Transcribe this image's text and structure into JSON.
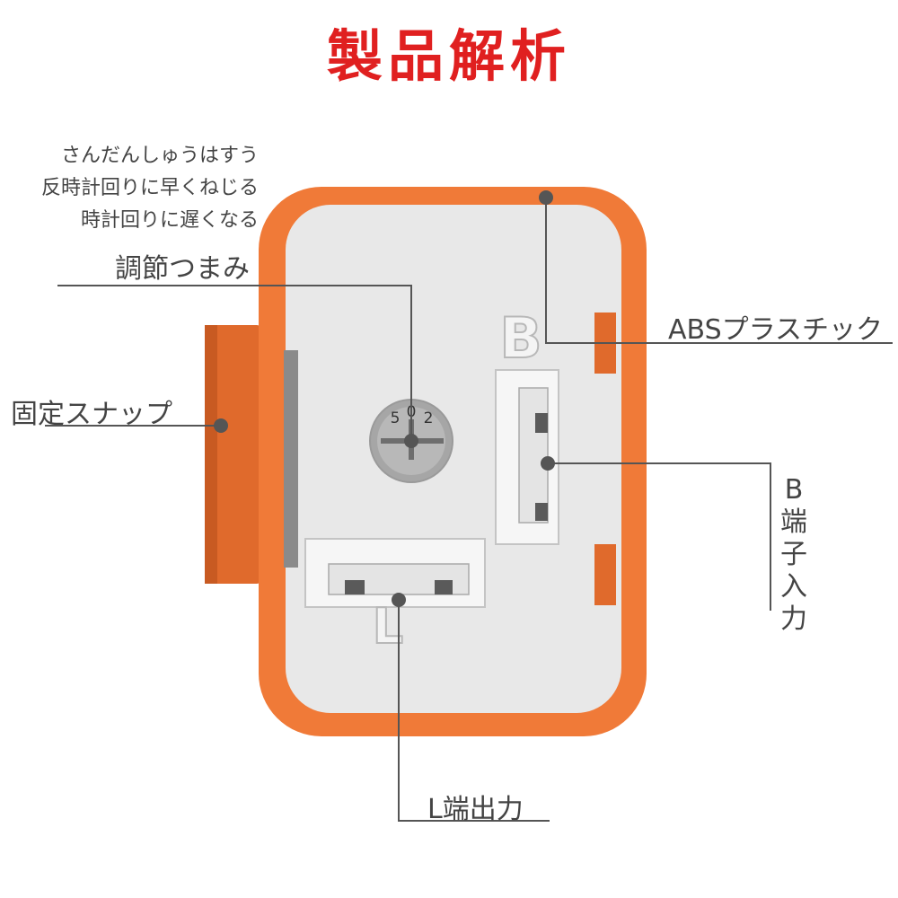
{
  "title": "製品解析",
  "colors": {
    "title": "#e02020",
    "case_orange": "#f07a38",
    "snap_orange": "#e06a2c",
    "face": "#e8e8e8",
    "leader": "#555555"
  },
  "dial_note": {
    "line1": "さんだんしゅうはすう",
    "line2": "反時計回りに早くねじる",
    "line3": "時計回りに遅くなる"
  },
  "labels": {
    "dial": "調節つまみ",
    "snap": "固定スナップ",
    "material": "ABSプラスチック",
    "b_input": "B端子入力",
    "l_output": "L端出力"
  },
  "device": {
    "dial_marks": [
      "5",
      "0",
      "2"
    ],
    "b_mark": "B",
    "l_mark": "L"
  }
}
